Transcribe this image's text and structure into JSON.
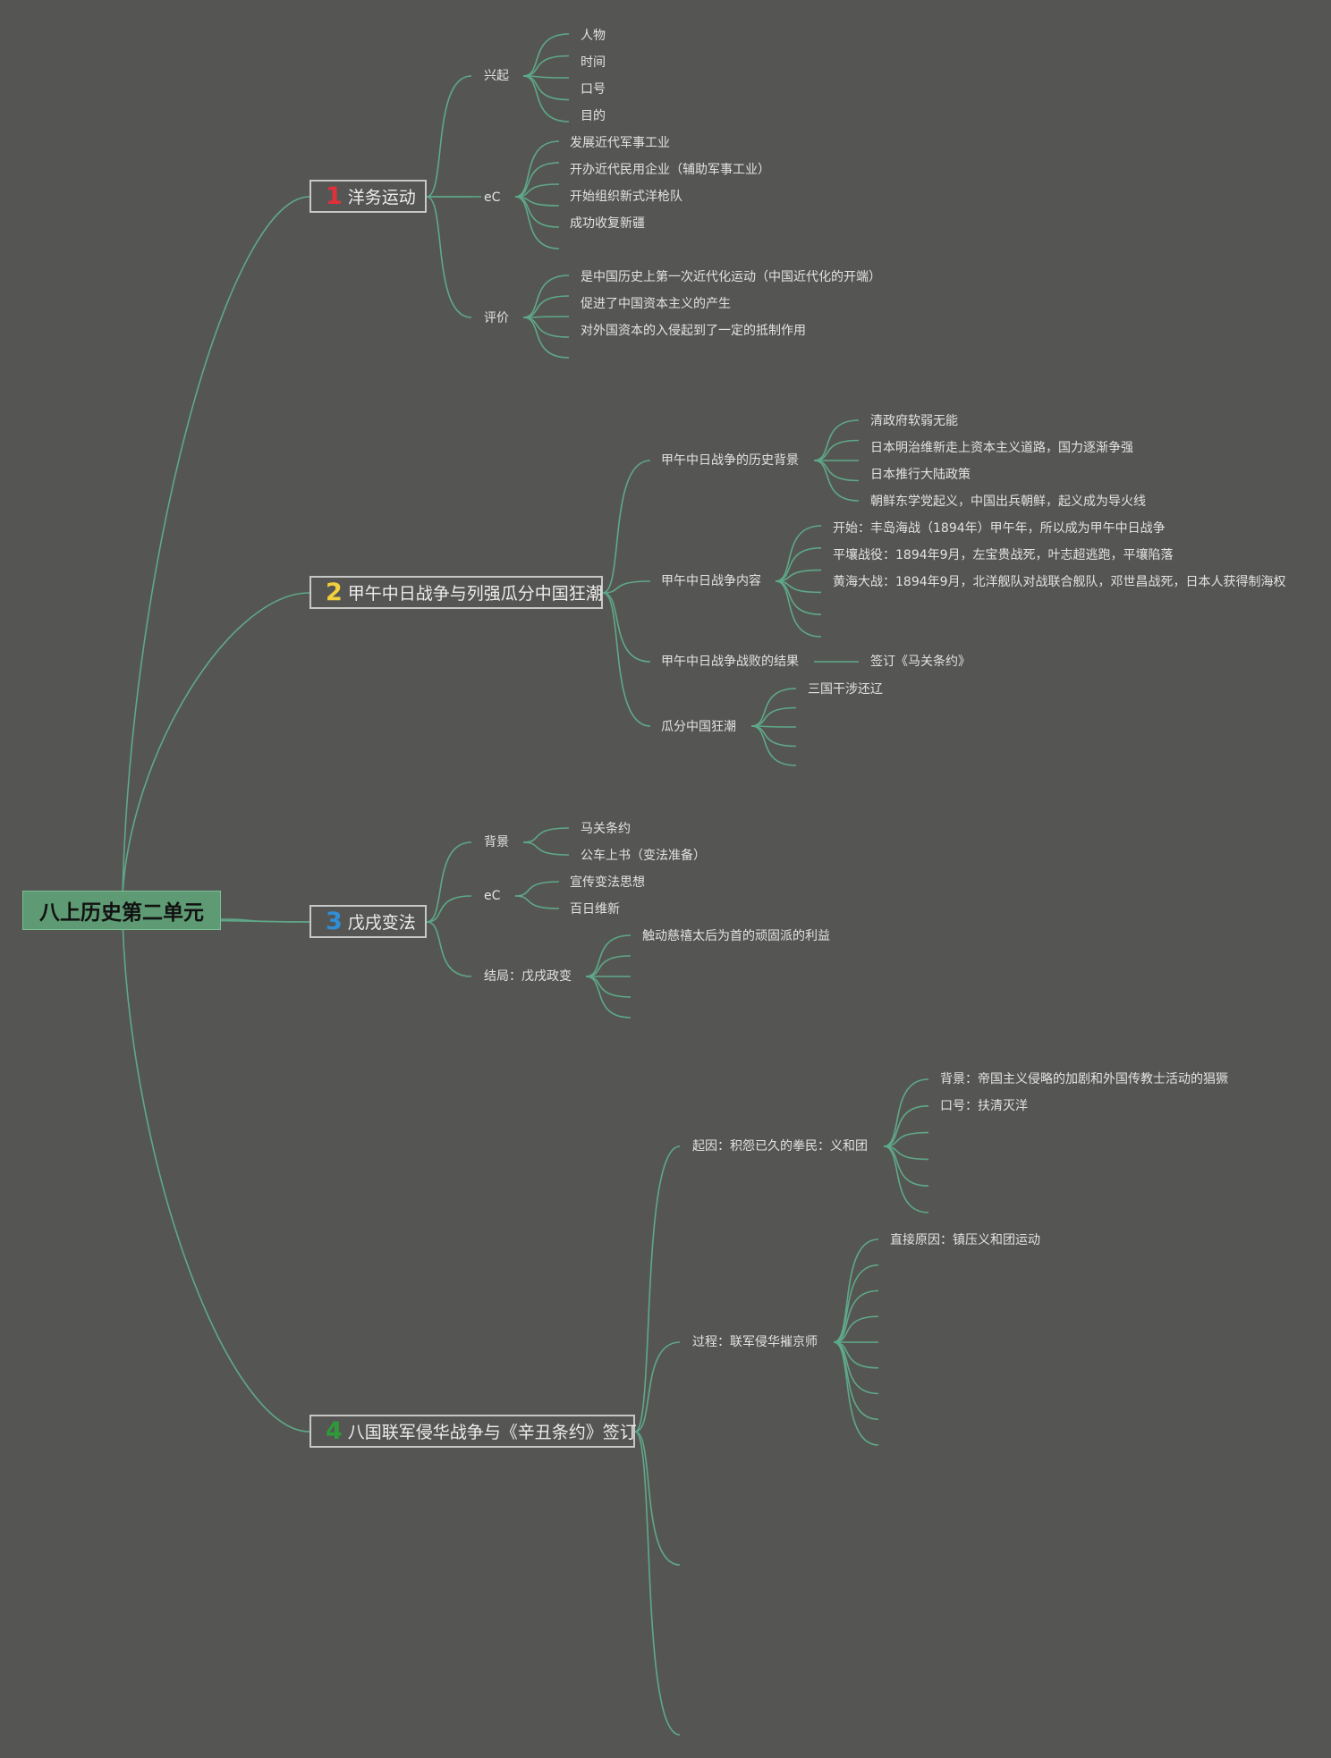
{
  "link_color": "#5fa889",
  "root": {
    "label": "八上历史第二单元"
  },
  "topics": [
    {
      "number": "1",
      "number_color": "#e0303a",
      "label": "洋务运动",
      "groups": [
        {
          "label": "兴起",
          "items": [
            "人物",
            "时间",
            "口号",
            "目的"
          ]
        },
        {
          "label": "eC",
          "items": [
            "发展近代军事工业",
            "开办近代民用企业（辅助军事工业）",
            "开始组织新式洋枪队",
            "成功收复新疆"
          ]
        },
        {
          "label": "评价",
          "items": [
            "是中国历史上第一次近代化运动（中国近代化的开端）",
            "促进了中国资本主义的产生",
            "对外国资本的入侵起到了一定的抵制作用"
          ]
        }
      ]
    },
    {
      "number": "2",
      "number_color": "#f2cf3d",
      "label": "甲午中日战争与列强瓜分中国狂潮",
      "groups": [
        {
          "label": "甲午中日战争的历史背景",
          "items": [
            "清政府软弱无能",
            "日本明治维新走上资本主义道路，国力逐渐争强",
            "日本推行大陆政策",
            "朝鲜东学党起义，中国出兵朝鲜，起义成为导火线"
          ]
        },
        {
          "label": "甲午中日战争内容",
          "items": [
            "开始：丰岛海战（1894年）甲午年，所以成为甲午中日战争",
            "平壤战役：1894年9月，左宝贵战死，叶志超逃跑，平壤陷落",
            "黄海大战：1894年9月，北洋舰队对战联合舰队，邓世昌战死，日本人获得制海权"
          ]
        },
        {
          "label": "甲午中日战争战败的结果",
          "items": [
            "签订《马关条约》"
          ]
        },
        {
          "label": "瓜分中国狂潮",
          "items": [
            "三国干涉还辽"
          ]
        }
      ]
    },
    {
      "number": "3",
      "number_color": "#2f8fd6",
      "label": "戊戌变法",
      "groups": [
        {
          "label": "背景",
          "items": [
            "马关条约",
            "公车上书（变法准备）"
          ]
        },
        {
          "label": "eC",
          "items": [
            "宣传变法思想",
            "百日维新"
          ]
        },
        {
          "label": "结局：戊戌政变",
          "items": [
            "触动慈禧太后为首的顽固派的利益"
          ]
        }
      ]
    },
    {
      "number": "4",
      "number_color": "#2f9a3a",
      "label": "八国联军侵华战争与《辛丑条约》签订",
      "groups": [
        {
          "label": "起因：积怨已久的拳民：义和团",
          "items": [
            "背景：帝国主义侵略的加剧和外国传教士活动的猖獗",
            "口号：扶清灭洋"
          ]
        },
        {
          "label": "过程：联军侵华摧京师",
          "items": [
            "直接原因：镇压义和团运动"
          ]
        }
      ]
    }
  ]
}
